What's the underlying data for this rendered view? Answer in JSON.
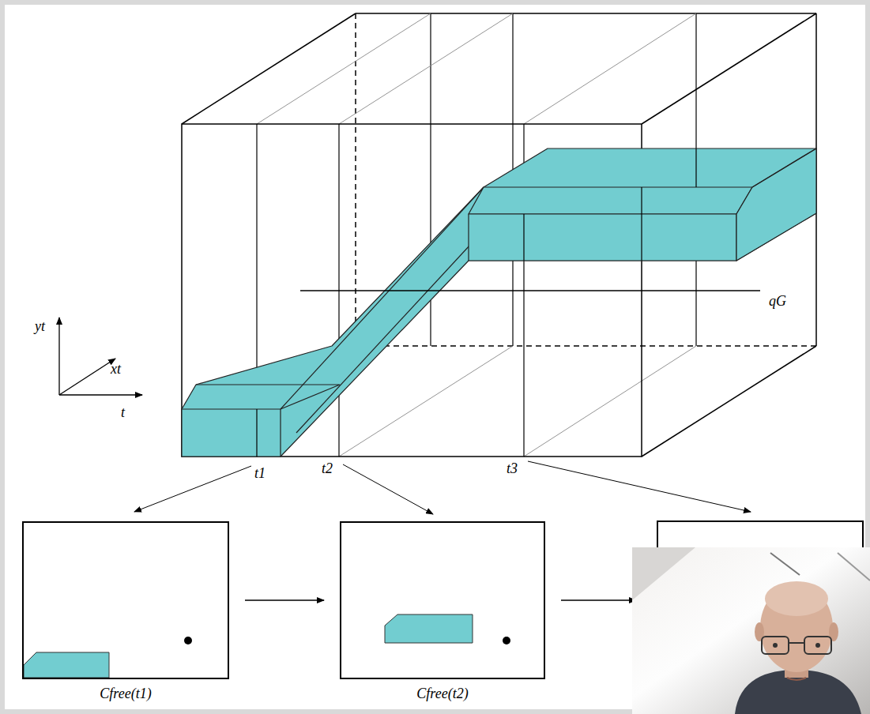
{
  "diagram": {
    "nodes": [
      {
        "text": [
          "Cfree(t1)"
        ]
      },
      {
        "text": [
          "Cfree(t2)"
        ]
      }
    ],
    "edges": [
      {
        "from": 0,
        "to": 1,
        "arrow": "to"
      }
    ],
    "labels": [
      "yt",
      "xt",
      "t",
      "t1",
      "t2",
      "t3",
      "qG"
    ]
  }
}
